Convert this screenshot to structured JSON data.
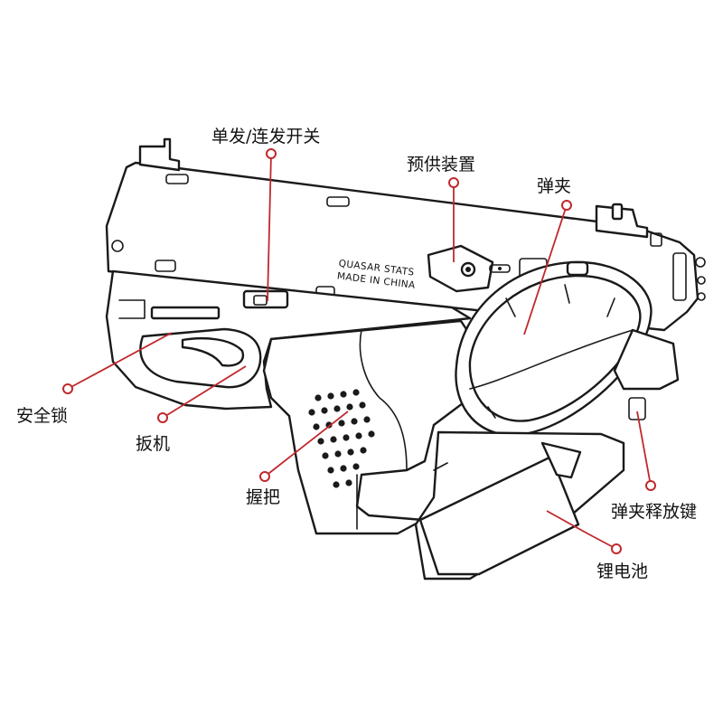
{
  "colors": {
    "leader": "#c0282d",
    "outline": "#1a1a1a",
    "background": "#ffffff"
  },
  "stamp": {
    "line1": "QUASAR STATS",
    "line2": "MADE IN CHINA"
  },
  "labels": {
    "fire_selector": "单发/连发开关",
    "pre_feed": "预供装置",
    "magazine": "弹夹",
    "safety": "安全锁",
    "trigger": "扳机",
    "grip": "握把",
    "magazine_release": "弹夹释放键",
    "battery": "锂电池"
  }
}
